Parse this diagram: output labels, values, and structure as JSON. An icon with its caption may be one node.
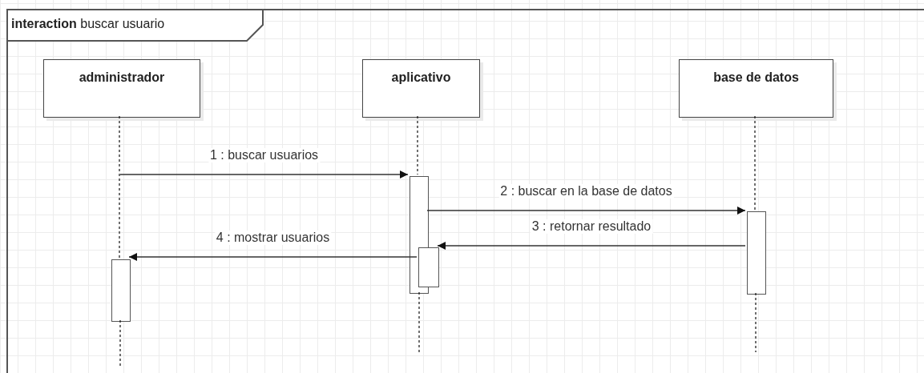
{
  "diagram": {
    "nodes": [
      {
        "text": [
          "**interaction** buscar usuario"
        ]
      },
      {
        "text": [
          "administrador"
        ],
        "in": 0
      },
      {
        "text": [
          "aplicativo"
        ],
        "in": 0
      },
      {
        "text": [
          "base de datos"
        ],
        "in": 0
      },
      {
        "text": [],
        "shape": "bar",
        "in": 0
      },
      {
        "text": [],
        "shape": "bar",
        "in": 0
      },
      {
        "text": [],
        "shape": "bar",
        "in": 0
      },
      {
        "text": [],
        "shape": "bar",
        "in": 0
      }
    ],
    "edges": [
      {
        "from": 1,
        "to": 7,
        "arrow": "none",
        "style": "dashed"
      },
      {
        "from": 2,
        "to": 4,
        "arrow": "none",
        "style": "dashed"
      },
      {
        "from": 3,
        "to": 5,
        "arrow": "none",
        "style": "dashed"
      },
      {
        "from": null,
        "to": 4,
        "arrow": "to",
        "label": "1 : buscar usuarios"
      },
      {
        "from": 4,
        "to": 5,
        "arrow": "to",
        "label": "2 : buscar en la base de datos"
      },
      {
        "from": 5,
        "to": 6,
        "arrow": "to",
        "label": "3 : retornar resultado"
      },
      {
        "from": 6,
        "to": 7,
        "arrow": "to",
        "label": "4 : mostrar usuarios"
      }
    ]
  }
}
